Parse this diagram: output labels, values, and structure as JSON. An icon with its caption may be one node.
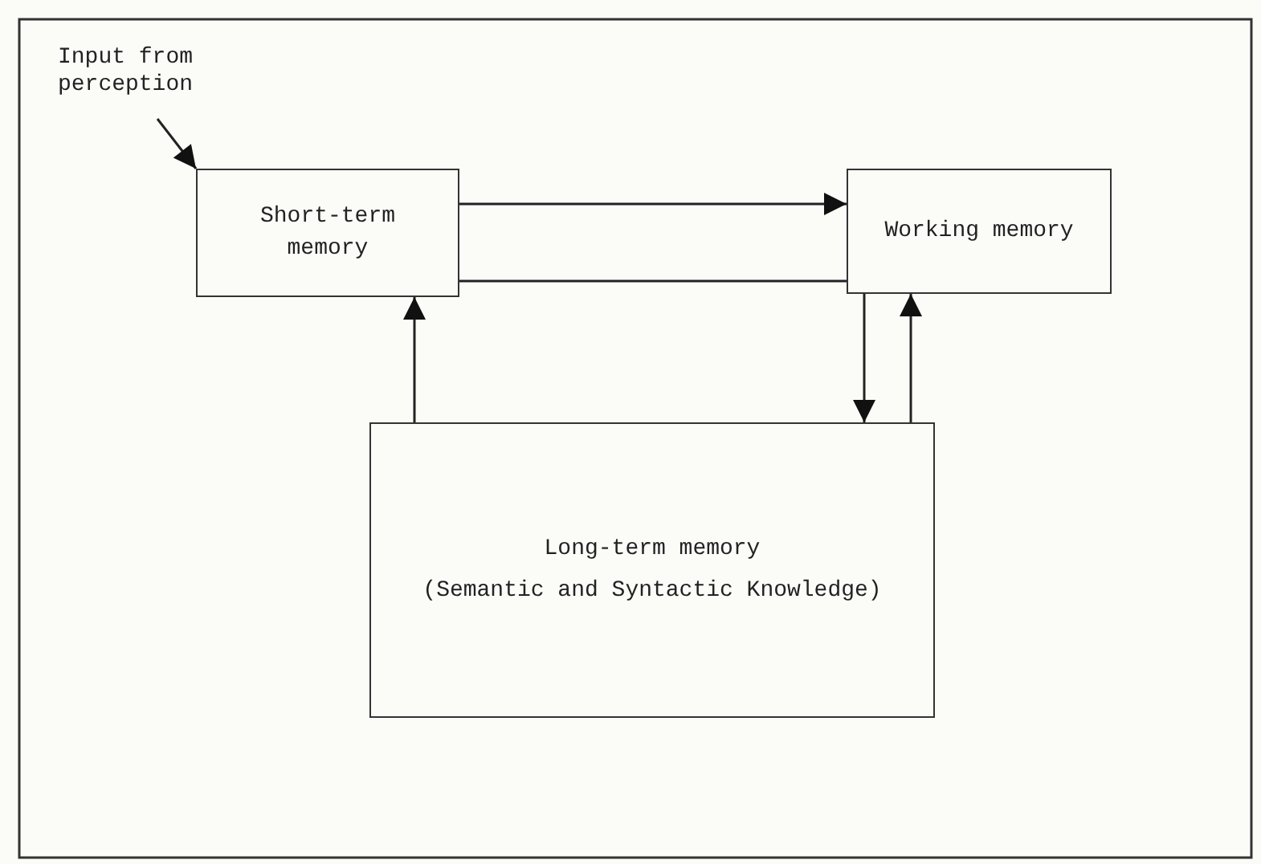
{
  "diagram": {
    "nodes": [
      {
        "text": [
          "Input from perception"
        ]
      },
      {
        "text": [
          "Short-term memory"
        ]
      },
      {
        "text": [
          "Working memory"
        ]
      },
      {
        "text": [
          "Long-term memory",
          "(Semantic and Syntactic Knowledge)"
        ]
      }
    ],
    "edges": [
      {
        "from": 0,
        "to": 1,
        "arrow": "to"
      },
      {
        "from": 1,
        "to": 2,
        "arrow": "to"
      },
      {
        "from": 1,
        "to": 2,
        "arrow": "none"
      },
      {
        "from": 2,
        "to": 3,
        "arrow": "to"
      },
      {
        "from": 3,
        "to": 2,
        "arrow": "to"
      },
      {
        "from": 3,
        "to": 1,
        "arrow": "to"
      }
    ]
  }
}
